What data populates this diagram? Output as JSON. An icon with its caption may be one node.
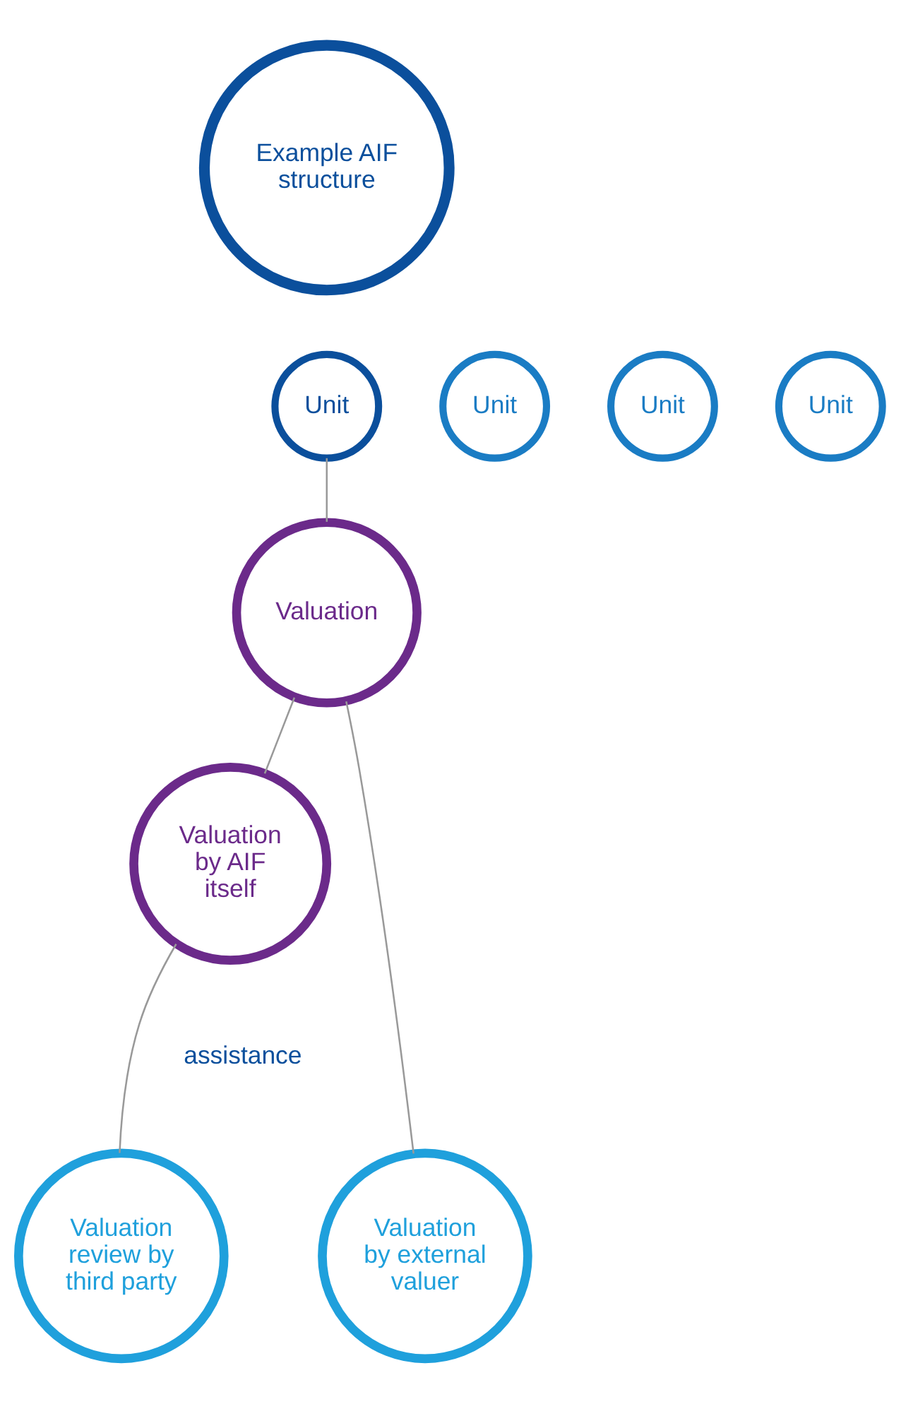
{
  "diagram": {
    "nodes": [
      {
        "text": [
          "Example AIF structure"
        ]
      },
      {
        "text": [
          "Unit"
        ]
      },
      {
        "text": [
          "Unit"
        ]
      },
      {
        "text": [
          "Unit"
        ]
      },
      {
        "text": [
          "Unit"
        ]
      },
      {
        "text": [
          "Valuation"
        ]
      },
      {
        "text": [
          "Valuation by AIF itself"
        ]
      },
      {
        "text": [
          "Valuation by external valuer"
        ]
      },
      {
        "text": [
          "Valuation review by third party"
        ]
      }
    ],
    "edges": [
      {
        "from": 1,
        "to": 5,
        "arrow": "none"
      },
      {
        "from": 5,
        "to": 6,
        "arrow": "none"
      },
      {
        "from": 5,
        "to": 7,
        "arrow": "none"
      },
      {
        "from": 6,
        "to": 8,
        "arrow": "none"
      }
    ],
    "labels": [
      "assistance"
    ]
  }
}
